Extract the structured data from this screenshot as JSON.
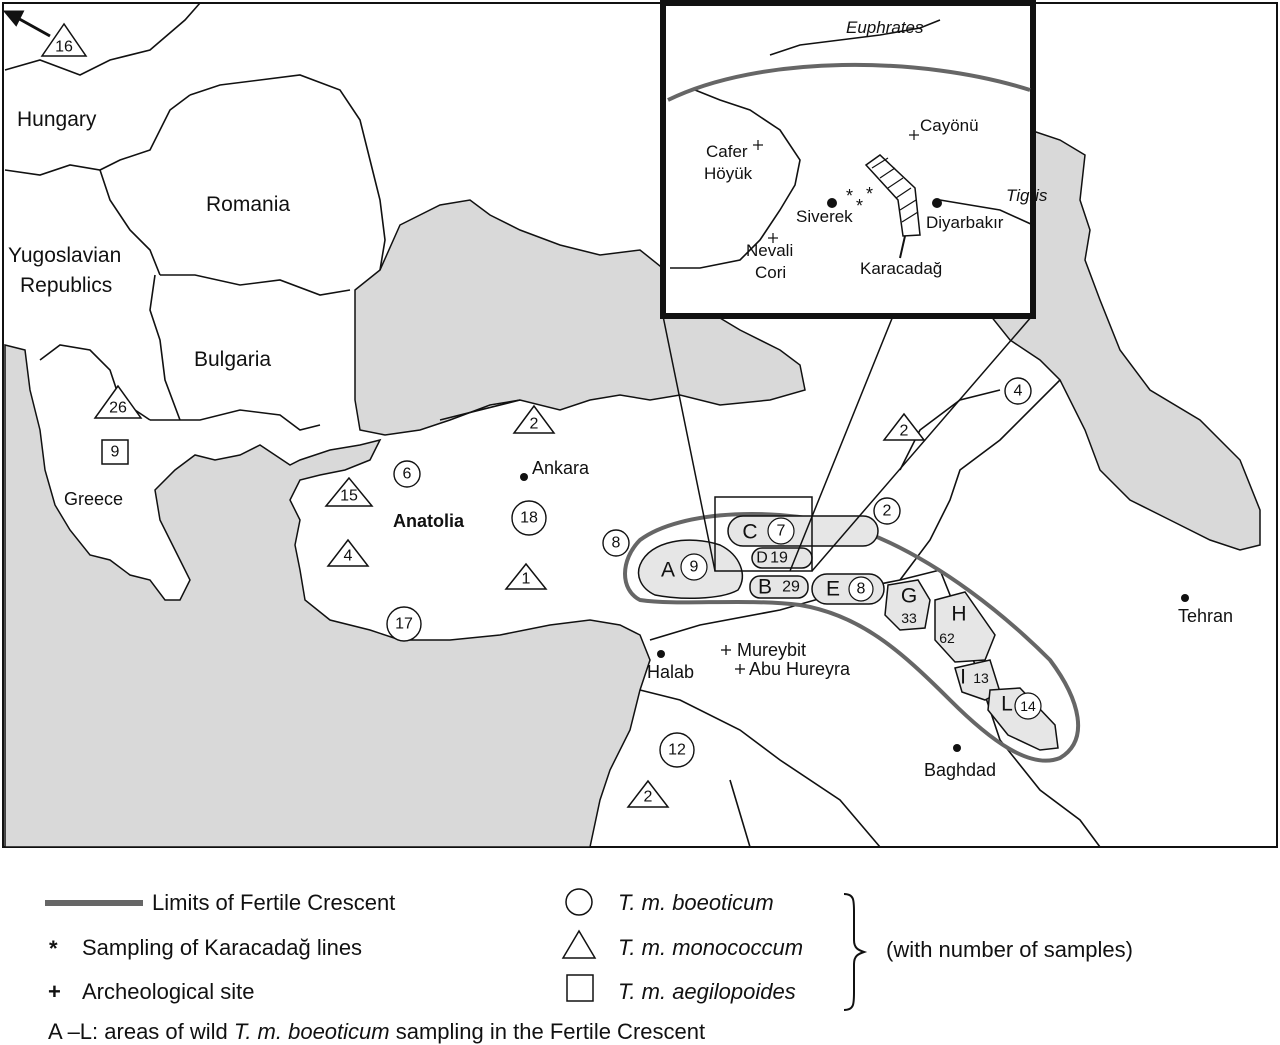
{
  "map": {
    "countries": {
      "hungary": "Hungary",
      "romania": "Romania",
      "yugoslavia_line1": "Yugoslavian",
      "yugoslavia_line2": "Republics",
      "bulgaria": "Bulgaria",
      "greece": "Greece",
      "anatolia": "Anatolia"
    },
    "cities": {
      "ankara": "Ankara",
      "halab": "Halab",
      "baghdad": "Baghdad",
      "tehran": "Tehran"
    },
    "archaeological_sites_main": {
      "mureybit": "Mureybit",
      "abu_hureyra": "Abu Hureyra"
    },
    "arrow_marker": "16",
    "boeoticum_counts": [
      "6",
      "18",
      "17",
      "8",
      "12",
      "2",
      "4"
    ],
    "monococcum_counts": [
      "26",
      "2",
      "15",
      "4",
      "1",
      "2",
      "2"
    ],
    "aegilopoides_counts": [
      "9"
    ],
    "areas": [
      {
        "letter": "A",
        "count": "9"
      },
      {
        "letter": "B",
        "count": "29"
      },
      {
        "letter": "C",
        "count": "7"
      },
      {
        "letter": "D",
        "count": "19"
      },
      {
        "letter": "E",
        "count": "8"
      },
      {
        "letter": "G",
        "count": "33"
      },
      {
        "letter": "H",
        "count": "62"
      },
      {
        "letter": "I",
        "count": "13"
      },
      {
        "letter": "L",
        "count": "14"
      }
    ],
    "inset": {
      "euphrates": "Euphrates",
      "tigris": "Tigris",
      "cayonu": "Cayönü",
      "cafer_line1": "Cafer",
      "cafer_line2": "Höyük",
      "siverek": "Siverek",
      "diyarbakir": "Diyarbakır",
      "nevali_line1": "Nevali",
      "nevali_line2": "Cori",
      "karacadag": "Karacadağ"
    }
  },
  "legend": {
    "fertile_crescent": "Limits of Fertile Crescent",
    "sampling_star": "*",
    "sampling_text": "Sampling of Karacadağ lines",
    "archeo_plus": "+",
    "archeo_text": "Archeological site",
    "boeoticum": "T. m. boeoticum",
    "monococcum": "T. m. monococcum",
    "aegilopoides": "T. m. aegilopoides",
    "with_number": "(with number of samples)",
    "areas_prefix": "A –L: areas of wild",
    "areas_species": "T. m. boeoticum",
    "areas_suffix": "sampling in the Fertile Crescent"
  },
  "colors": {
    "sea": "#d9d9d9",
    "land": "#ffffff",
    "crescent": "#666666",
    "area_fill": "#e6e6e6"
  }
}
